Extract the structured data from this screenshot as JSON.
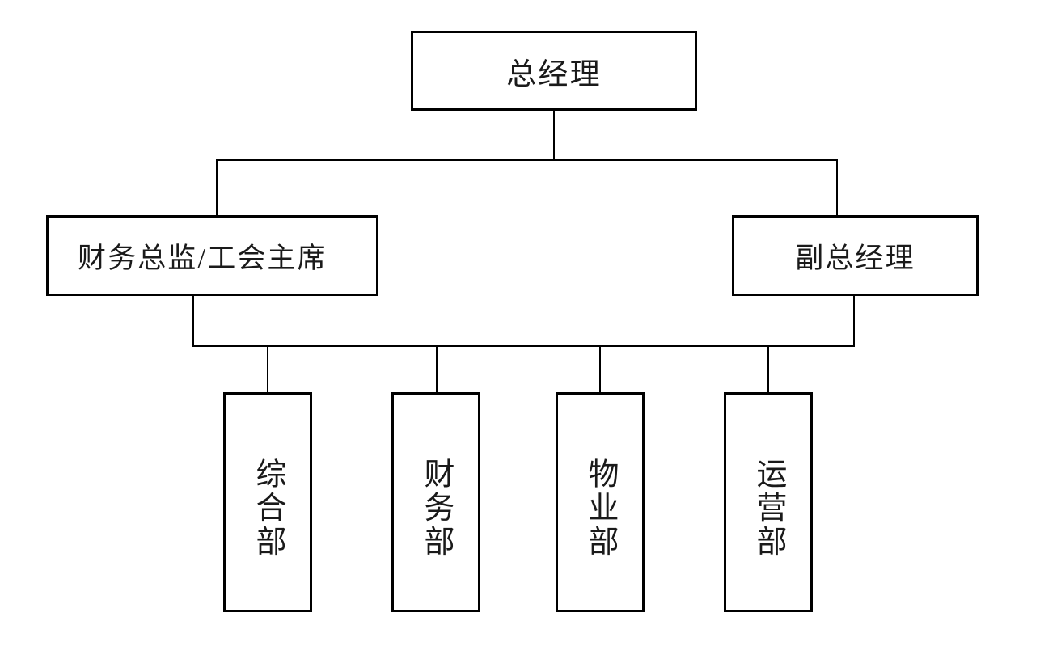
{
  "diagram": {
    "type": "organization-chart",
    "title": "",
    "orientation": "top-down",
    "levels": [
      {
        "level": 1,
        "nodes": [
          {
            "id": "general-manager",
            "label": "总经理",
            "text_orientation": "horizontal"
          }
        ]
      },
      {
        "level": 2,
        "nodes": [
          {
            "id": "cfo-union-chair",
            "label": "财务总监/工会主席",
            "text_orientation": "horizontal"
          },
          {
            "id": "deputy-general-manager",
            "label": "副总经理",
            "text_orientation": "horizontal"
          }
        ]
      },
      {
        "level": 3,
        "nodes": [
          {
            "id": "general-affairs-dept",
            "label": "综合部",
            "text_orientation": "vertical"
          },
          {
            "id": "finance-dept",
            "label": "财务部",
            "text_orientation": "vertical"
          },
          {
            "id": "property-dept",
            "label": "物业部",
            "text_orientation": "vertical"
          },
          {
            "id": "operations-dept",
            "label": "运营部",
            "text_orientation": "vertical"
          }
        ]
      }
    ],
    "colors": {
      "background": "#ffffff",
      "box_fill": "#ffffff",
      "box_border": "#000000",
      "connector": "#000000",
      "text": "#1a1a1a"
    }
  }
}
